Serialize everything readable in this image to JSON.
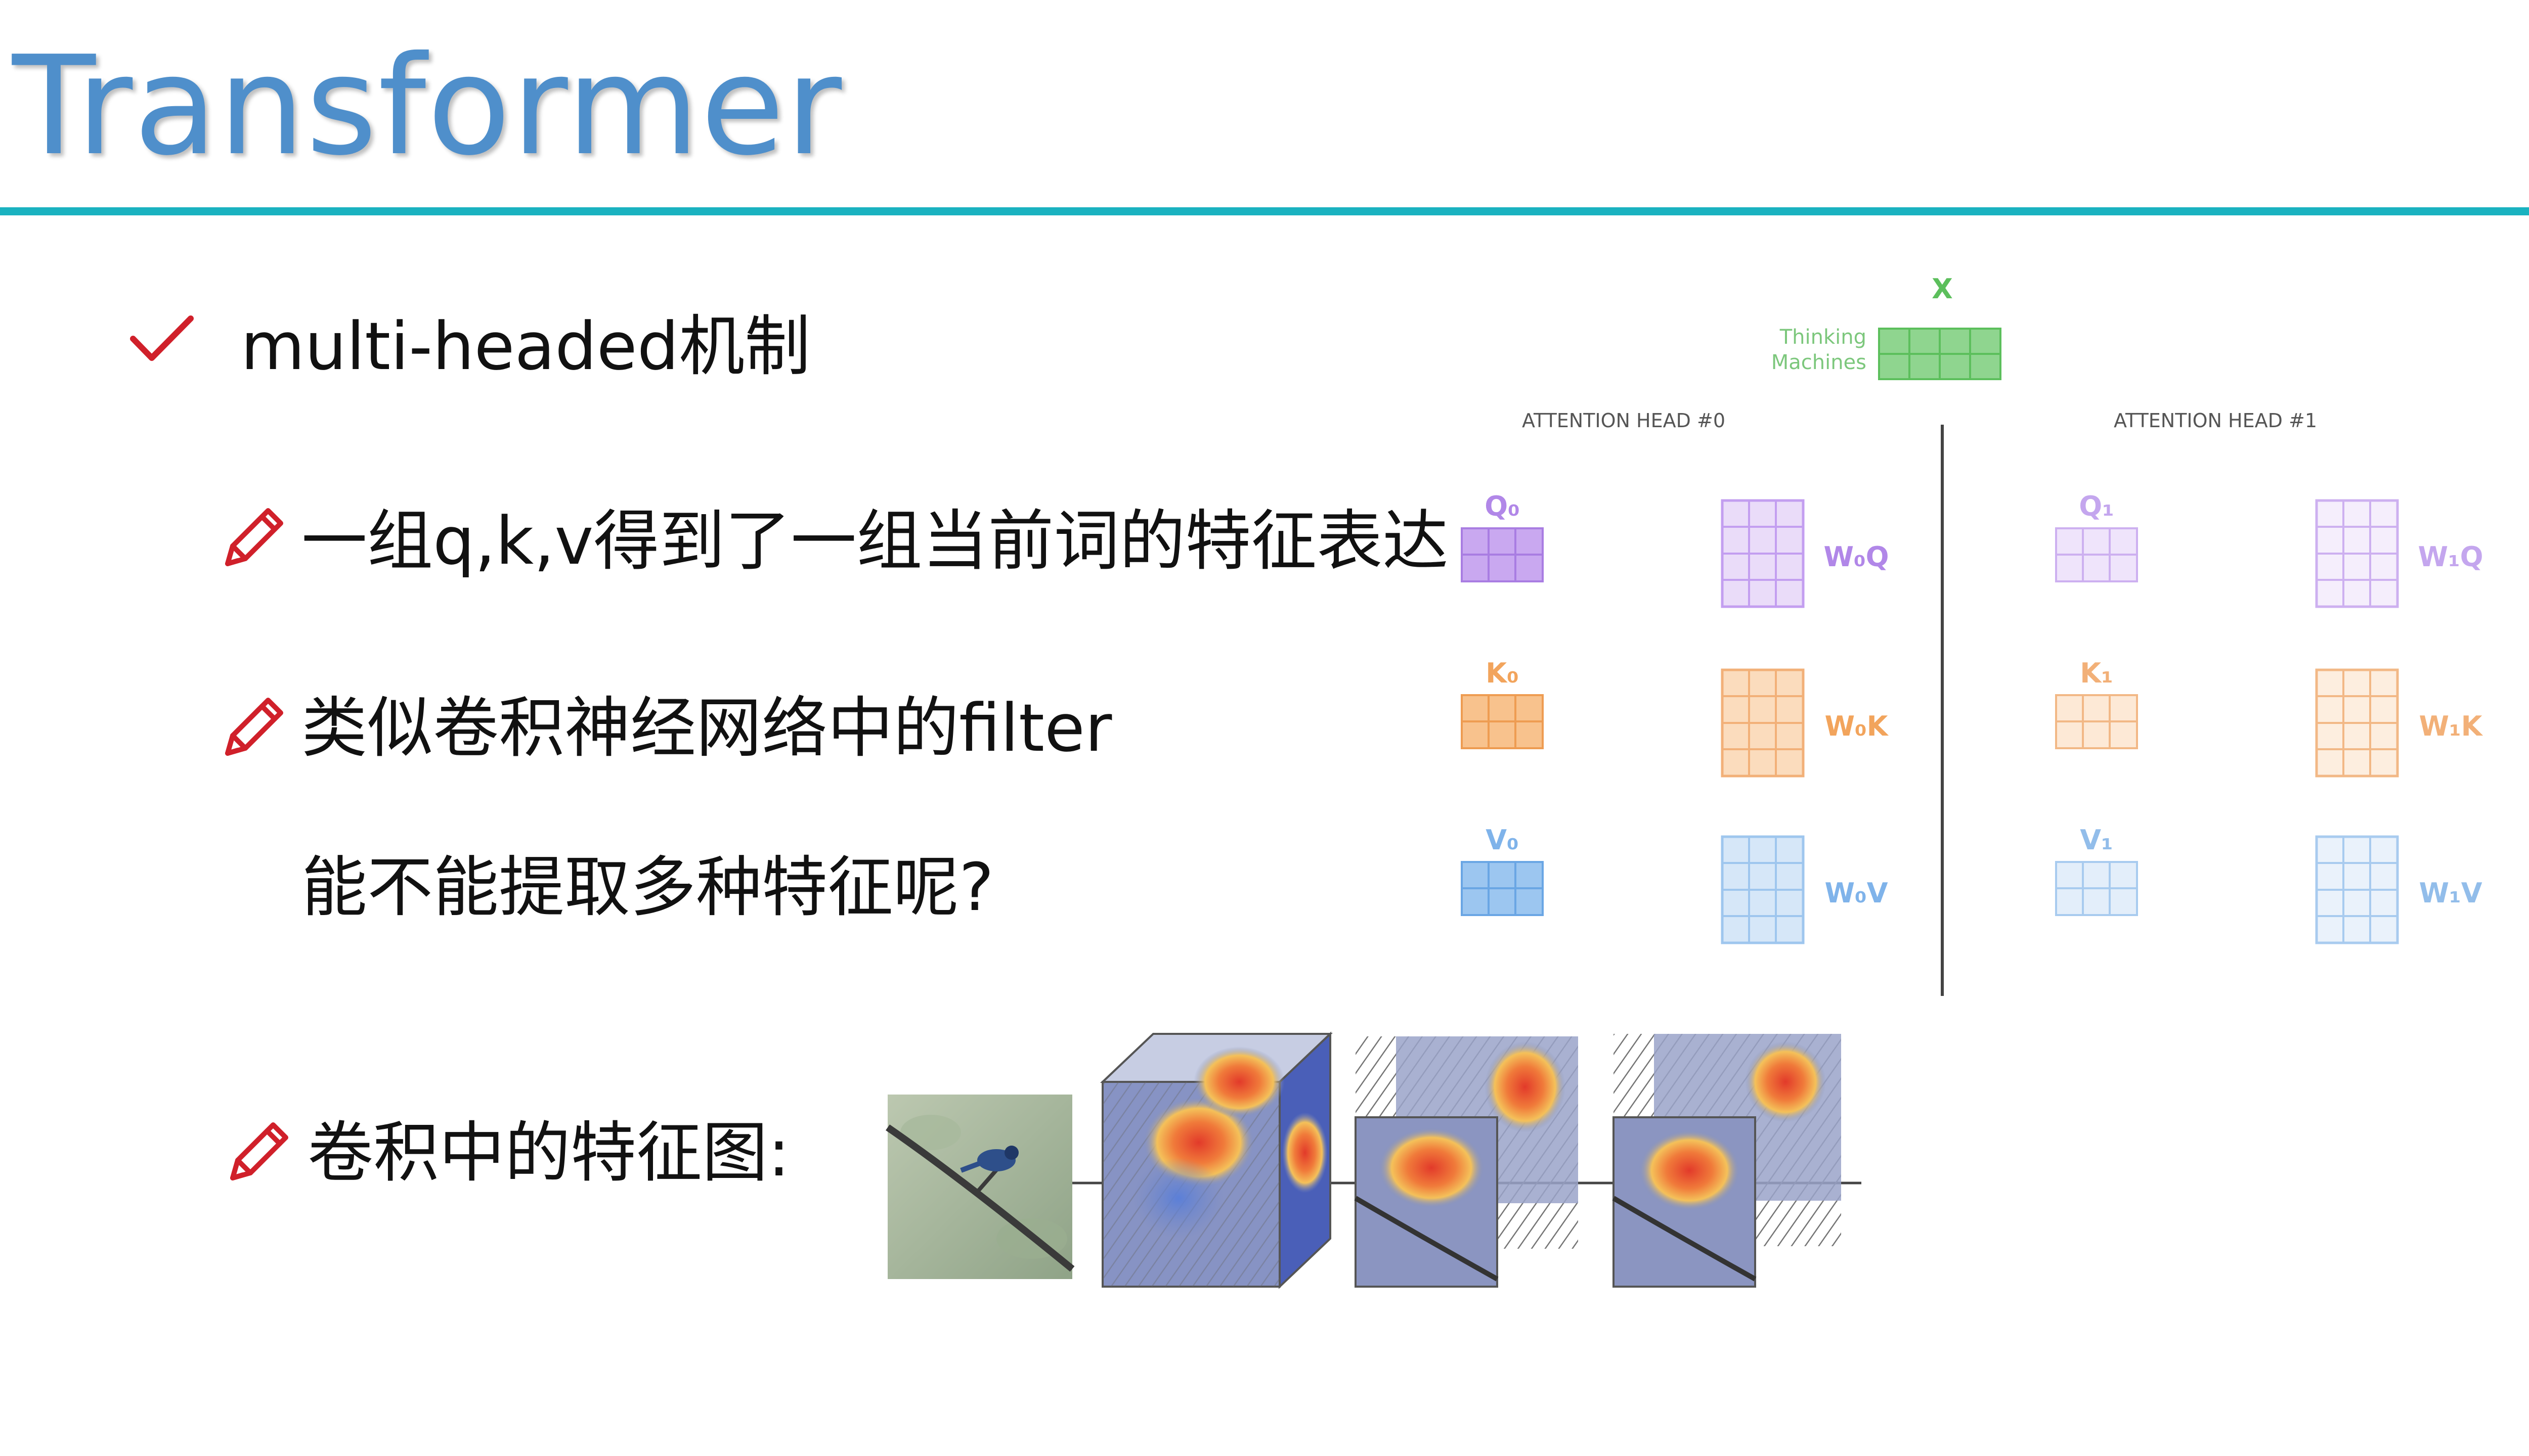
{
  "title": "Transformer",
  "bullets": {
    "b0": "multi-headed机制",
    "b1": "一组q,k,v得到了一组当前词的特征表达",
    "b2": "类似卷积神经网络中的filter",
    "b2b": "能不能提取多种特征呢?",
    "b3": "卷积中的特征图:"
  },
  "diagram": {
    "x_label": "X",
    "x_words": [
      "Thinking",
      "Machines"
    ],
    "head0_label": "ATTENTION HEAD #0",
    "head1_label": "ATTENTION HEAD #1",
    "head0": {
      "q": "Q₀",
      "k": "K₀",
      "v": "V₀",
      "wq": "W₀Q",
      "wk": "W₀K",
      "wv": "W₀V"
    },
    "head1": {
      "q": "Q₁",
      "k": "K₁",
      "v": "V₁",
      "wq": "W₁Q",
      "wk": "W₁K",
      "wv": "W₁V"
    }
  },
  "colors": {
    "title": "#4f8fcb",
    "rule": "#1ab2c0",
    "check": "#d0202a",
    "q": "#b187e8",
    "k": "#f2a45c",
    "v": "#7fb3ea",
    "x": "#5cbf5c"
  },
  "icons": {
    "check": "check-icon",
    "pencil": "pencil-icon"
  }
}
